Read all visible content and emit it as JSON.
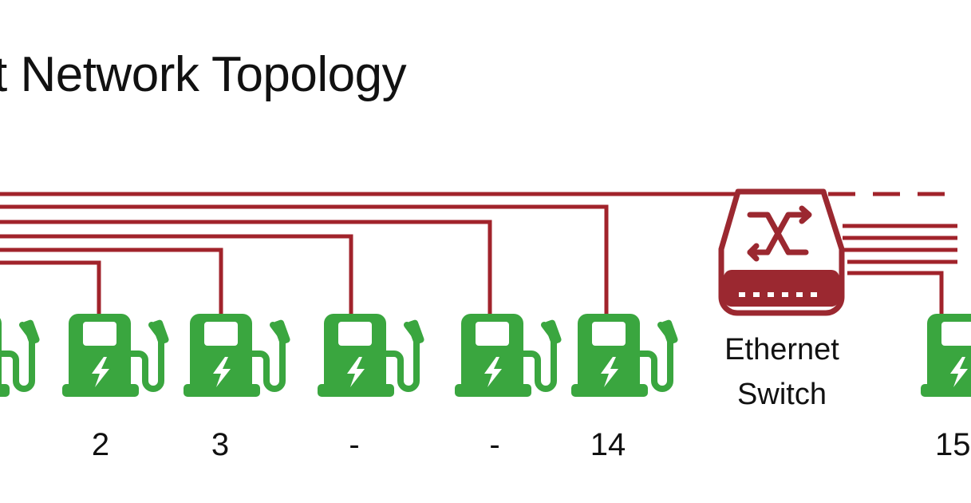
{
  "title": "t Network Topology",
  "switch": {
    "line1": "Ethernet",
    "line2": "Switch"
  },
  "chargers": [
    {
      "label": ""
    },
    {
      "label": "2"
    },
    {
      "label": "3"
    },
    {
      "label": "-"
    },
    {
      "label": "-"
    },
    {
      "label": "14"
    },
    {
      "label": "15"
    }
  ],
  "colors": {
    "cable": "#a1232b",
    "charger": "#3aa63f",
    "switch": "#9b2830"
  }
}
